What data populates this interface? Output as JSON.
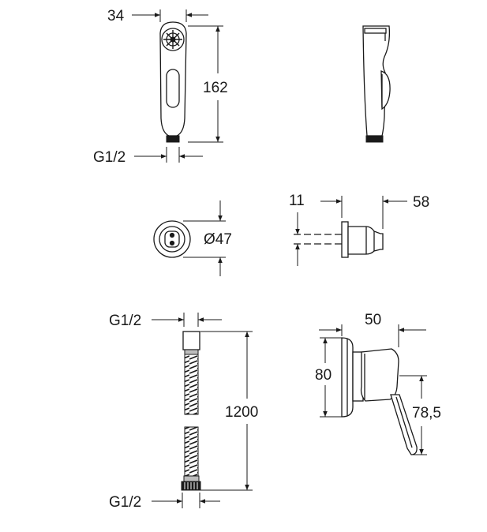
{
  "dimensions": {
    "spray_width": "34",
    "spray_length": "162",
    "spray_thread": "G1/2",
    "holder_diameter": "Ø47",
    "holder_depth": "11",
    "holder_length": "58",
    "hose_thread_top": "G1/2",
    "hose_length": "1200",
    "hose_thread_bottom": "G1/2",
    "valve_depth": "50",
    "valve_height": "80",
    "lever_drop": "78,5"
  },
  "colors": {
    "line": "#1a1a1a",
    "background": "#ffffff"
  }
}
